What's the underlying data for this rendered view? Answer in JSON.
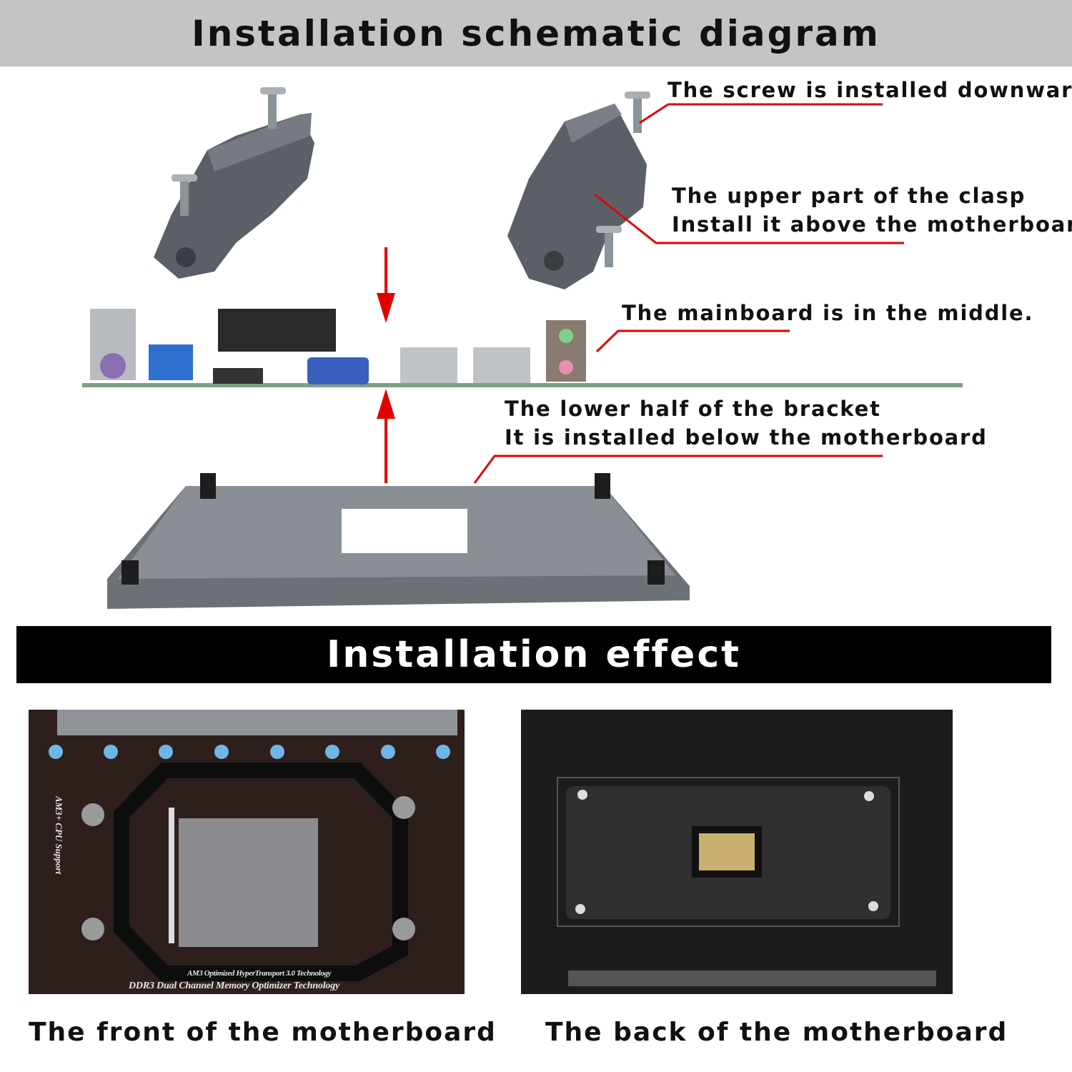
{
  "header": {
    "title": "Installation schematic diagram"
  },
  "annotations": {
    "screw": "The screw is installed downward.",
    "upper_line1": "The upper part of the clasp",
    "upper_line2": "Install it above the motherboard",
    "mainboard": "The mainboard is in the middle.",
    "lower_line1": "The lower half of the bracket",
    "lower_line2": "It is installed below the motherboard"
  },
  "section2": {
    "title": "Installation effect"
  },
  "photos": {
    "front_caption": "The front of the motherboard",
    "back_caption": "The back of the motherboard",
    "front_board_text": [
      "AM3+ CPU Support",
      "AM3 Optimized HyperTransport 3.0 Technology",
      "DDR3 Dual Channel Memory Optimizer Technology"
    ]
  },
  "colors": {
    "annotation_line": "#e30000",
    "header_bg": "#c4c4c4",
    "section_bg": "#000000",
    "plastic": "#5b6068"
  }
}
